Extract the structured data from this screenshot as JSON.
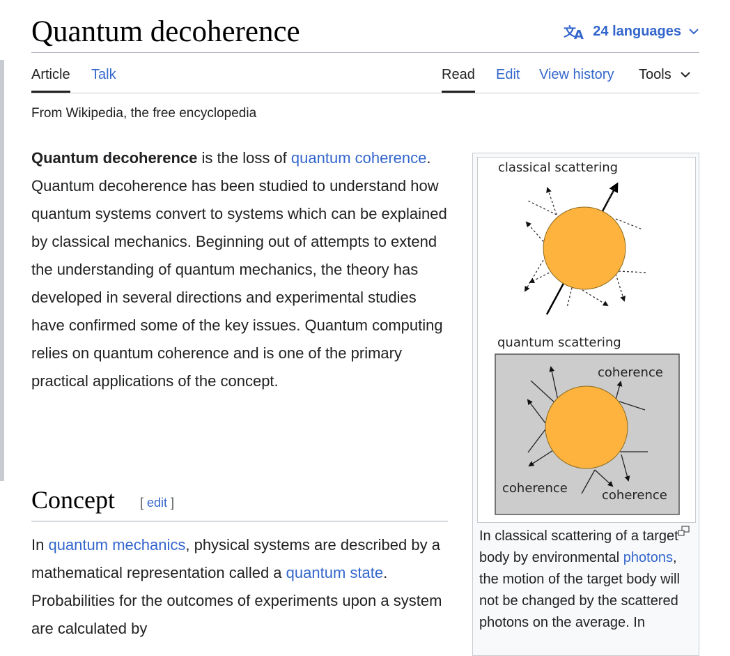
{
  "header": {
    "title": "Quantum decoherence",
    "languages_label": "24 languages"
  },
  "tabs": {
    "article": "Article",
    "talk": "Talk",
    "read": "Read",
    "edit": "Edit",
    "view_history": "View history",
    "tools": "Tools"
  },
  "tagline": "From Wikipedia, the free encyclopedia",
  "lead": {
    "bold": "Quantum decoherence",
    "t1": " is the loss of ",
    "link1": "quantum coherence",
    "t2": ". Quantum decoherence has been studied to understand how quantum systems convert to systems which can be explained by classical mechanics. Beginning out of attempts to extend the understanding of quantum mechanics, the theory has developed in several directions and experimental studies have confirmed some of the key issues. Quantum computing relies on quantum coherence and is one of the primary practical applications of the concept."
  },
  "section": {
    "title": "Concept",
    "edit_open": "[ ",
    "edit_label": "edit",
    "edit_close": " ]"
  },
  "para2": {
    "t1": "In ",
    "link1": "quantum mechanics",
    "t2": ", physical systems are described by a mathematical representation called a ",
    "link2": "quantum state",
    "t3": ". Probabilities for the outcomes of experiments upon a system are calculated by"
  },
  "figure": {
    "label_classical": "classical scattering",
    "label_quantum": "quantum scattering",
    "label_coherence_top": "coherence",
    "label_coherence_left": "coherence",
    "label_coherence_right": "coherence",
    "caption_t1": "In classical scattering of a target body by environmental ",
    "caption_link": "photons",
    "caption_t2": ", the motion of the target body will not be changed by the scattered photons on the average. In"
  },
  "colors": {
    "link": "#3366cc",
    "sphere_fill": "#ffb33f",
    "quantum_box": "#cccccc"
  }
}
